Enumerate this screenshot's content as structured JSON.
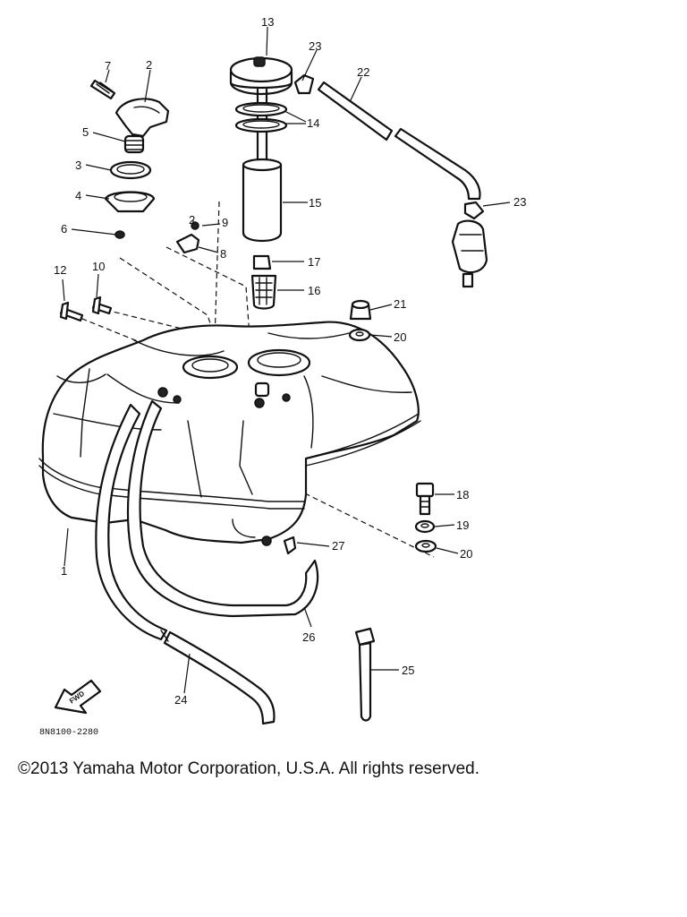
{
  "diagram": {
    "code": "8N8100-2280",
    "fwd_mark": "FWD",
    "callouts": [
      {
        "id": "c13",
        "text": "13"
      },
      {
        "id": "c23a",
        "text": "23"
      },
      {
        "id": "c22",
        "text": "22"
      },
      {
        "id": "c7",
        "text": "7"
      },
      {
        "id": "c2a",
        "text": "2"
      },
      {
        "id": "c14",
        "text": "14"
      },
      {
        "id": "c5",
        "text": "5"
      },
      {
        "id": "c3",
        "text": "3"
      },
      {
        "id": "c15",
        "text": "15"
      },
      {
        "id": "c23b",
        "text": "23"
      },
      {
        "id": "c4",
        "text": "4"
      },
      {
        "id": "c2b",
        "text": "2"
      },
      {
        "id": "c9",
        "text": "9"
      },
      {
        "id": "c6",
        "text": "6"
      },
      {
        "id": "c8",
        "text": "8"
      },
      {
        "id": "c12",
        "text": "12"
      },
      {
        "id": "c10",
        "text": "10"
      },
      {
        "id": "c17",
        "text": "17"
      },
      {
        "id": "c16",
        "text": "16"
      },
      {
        "id": "c21",
        "text": "21"
      },
      {
        "id": "c20a",
        "text": "20"
      },
      {
        "id": "c18",
        "text": "18"
      },
      {
        "id": "c19",
        "text": "19"
      },
      {
        "id": "c20b",
        "text": "20"
      },
      {
        "id": "c1",
        "text": "1"
      },
      {
        "id": "c27",
        "text": "27"
      },
      {
        "id": "c26",
        "text": "26"
      },
      {
        "id": "c25",
        "text": "25"
      },
      {
        "id": "c24",
        "text": "24"
      }
    ]
  },
  "copyright": "©2013 Yamaha Motor Corporation, U.S.A. All rights reserved."
}
